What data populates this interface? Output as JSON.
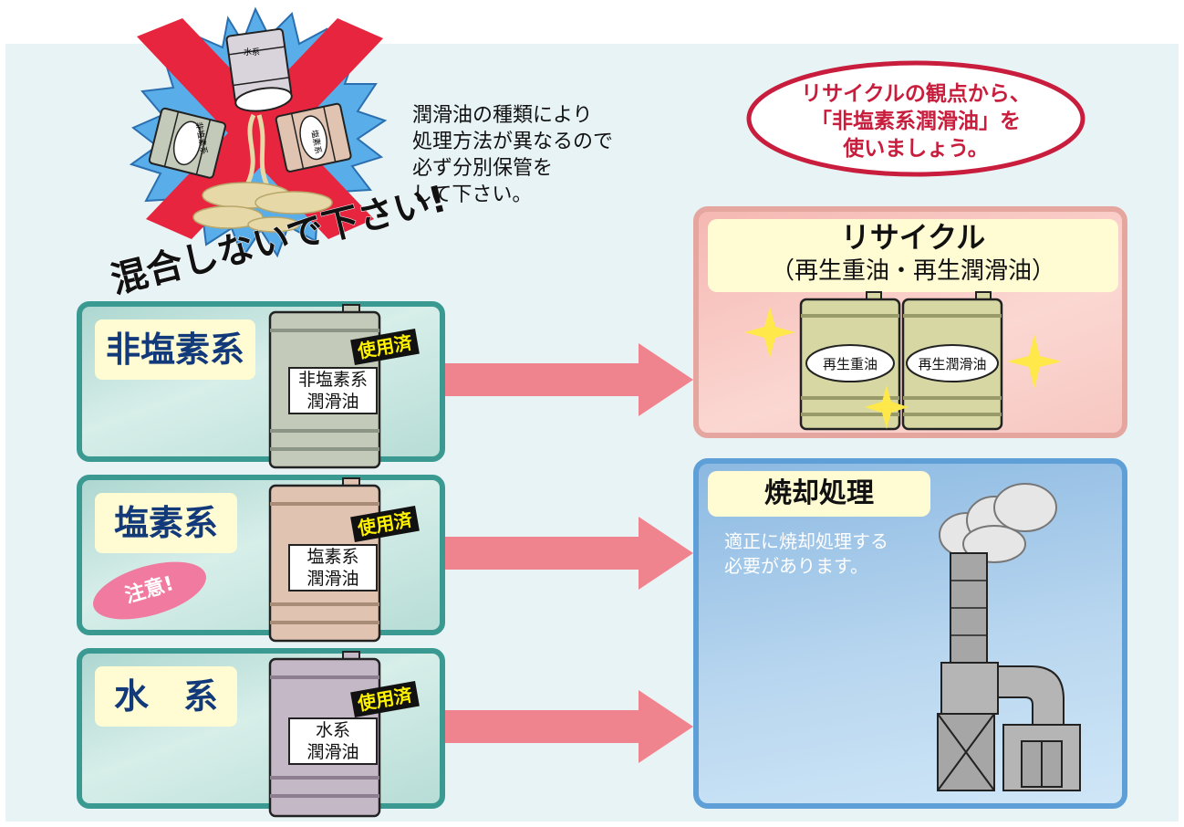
{
  "warning": {
    "text": "混合しないで下さい!",
    "drum_chars": [
      "非塩素系",
      "塩素系",
      "水系"
    ]
  },
  "instruction_lines": [
    "潤滑油の種類により",
    "処理方法が異なるので",
    "必ず分別保管を",
    "して下さい。"
  ],
  "recommend_lines": [
    "リサイクルの観点から、",
    "「非塩素系潤滑油」を",
    "使いましょう。"
  ],
  "categories": [
    {
      "name": "非塩素系",
      "drum_label": [
        "非塩素系",
        "潤滑油"
      ],
      "used": "使用済",
      "drum_color": "#c3cab9"
    },
    {
      "name": "塩素系",
      "drum_label": [
        "塩素系",
        "潤滑油"
      ],
      "used": "使用済",
      "drum_color": "#e0c4b1",
      "caution": "注意!"
    },
    {
      "name": "水　系",
      "drum_label": [
        "水系",
        "潤滑油"
      ],
      "used": "使用済",
      "drum_color": "#c5b8c6"
    }
  ],
  "recycle": {
    "title": "リサイクル",
    "subtitle": "（再生重油・再生潤滑油）",
    "drums": [
      "再生重油",
      "再生潤滑油"
    ]
  },
  "incineration": {
    "title": "焼却処理",
    "desc_lines": [
      "適正に焼却処理する",
      "必要があります。"
    ]
  },
  "colors": {
    "arrow": "#f0848e",
    "panel_border": "#3a9a92",
    "cross": "#e8253f",
    "burst": "#59aee9"
  }
}
